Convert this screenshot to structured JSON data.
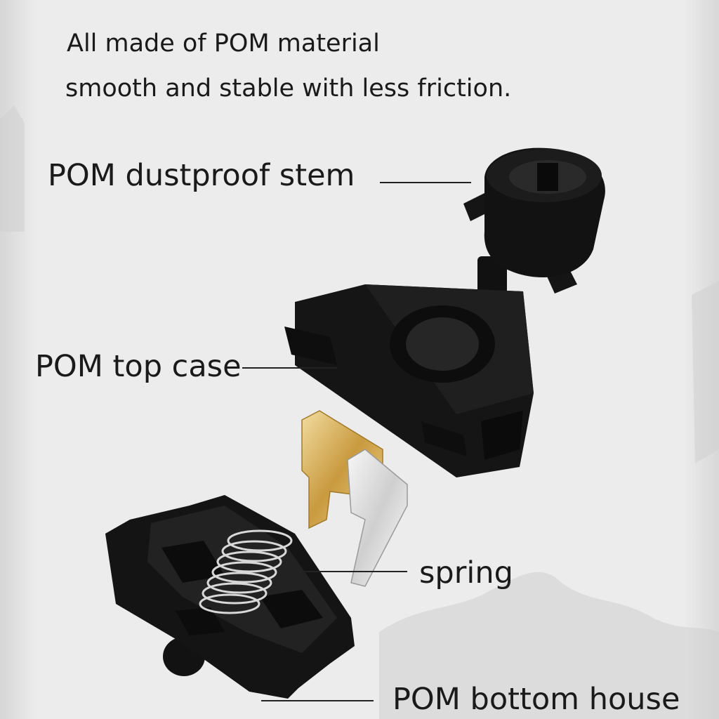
{
  "intro": {
    "line1": "All made of POM material",
    "line2": "smooth and stable with less friction."
  },
  "labels": {
    "stem": "POM dustproof stem",
    "top_case": "POM top case",
    "spring": "spring",
    "bottom_house": "POM bottom house"
  },
  "colors": {
    "background": "#e8e8e8",
    "part": "#111111",
    "contact": "#d9b25c",
    "text": "#1a1a1a"
  }
}
